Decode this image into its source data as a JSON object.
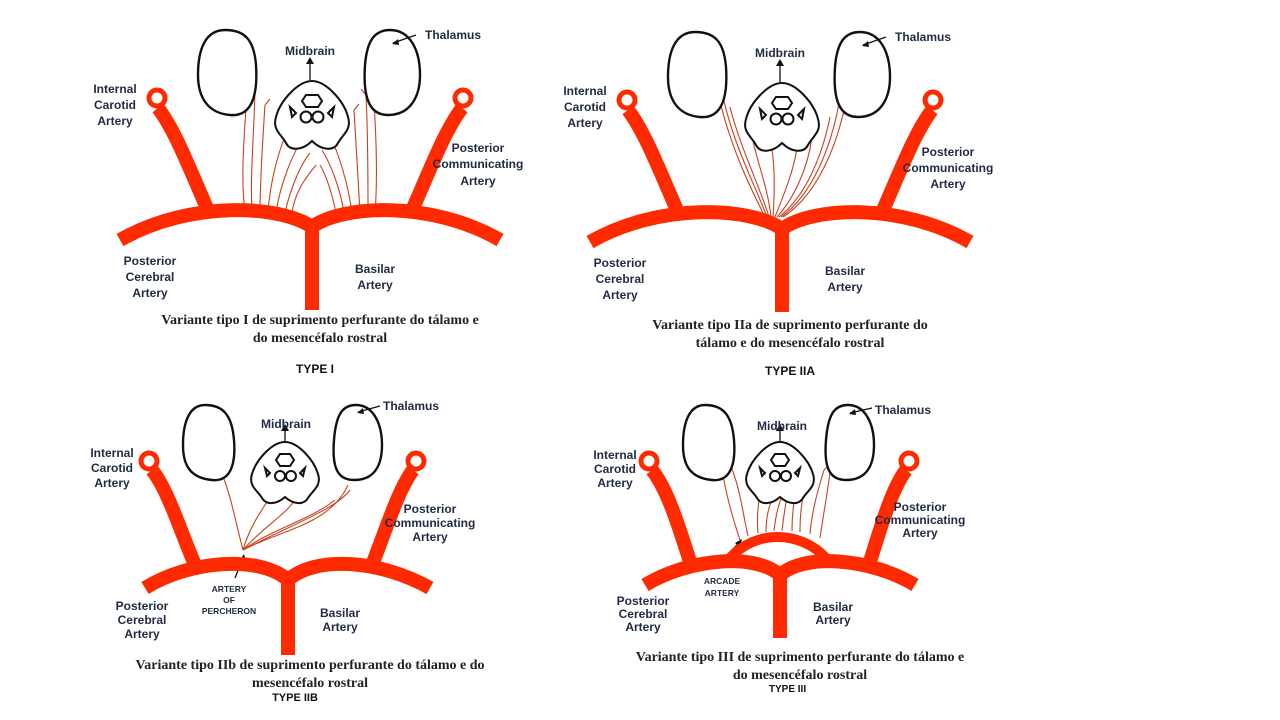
{
  "panels": [
    {
      "labels": {
        "thalamus": "Thalamus",
        "midbrain": "Midbrain",
        "ica": [
          "Internal",
          "Carotid",
          "Artery"
        ],
        "pcomm": [
          "Posterior",
          "Communicating",
          "Artery"
        ],
        "pca": [
          "Posterior",
          "Cerebral",
          "Artery"
        ],
        "basilar": [
          "Basilar",
          "Artery"
        ]
      },
      "caption": [
        "Variante tipo I de suprimento perfurante do tálamo e",
        "do mesencéfalo rostral"
      ],
      "type_label": "TYPE I"
    },
    {
      "labels": {
        "thalamus": "Thalamus",
        "midbrain": "Midbrain",
        "ica": [
          "Internal",
          "Carotid",
          "Artery"
        ],
        "pcomm": [
          "Posterior",
          "Communicating",
          "Artery"
        ],
        "pca": [
          "Posterior",
          "Cerebral",
          "Artery"
        ],
        "basilar": [
          "Basilar",
          "Artery"
        ]
      },
      "caption": [
        "Variante tipo IIa de suprimento perfurante do",
        "tálamo e do mesencéfalo rostral"
      ],
      "type_label": "TYPE IIA"
    },
    {
      "labels": {
        "thalamus": "Thalamus",
        "midbrain": "Midbrain",
        "ica": [
          "Internal",
          "Carotid",
          "Artery"
        ],
        "pcomm": [
          "Posterior",
          "Communicating",
          "Artery"
        ],
        "pca": [
          "Posterior",
          "Cerebral",
          "Artery"
        ],
        "basilar": [
          "Basilar",
          "Artery"
        ],
        "special": [
          "ARTERY",
          "OF",
          "PERCHERON"
        ]
      },
      "caption": [
        "Variante tipo IIb de suprimento perfurante do tálamo e do",
        "mesencéfalo rostral"
      ],
      "type_label": "TYPE IIB"
    },
    {
      "labels": {
        "thalamus": "Thalamus",
        "midbrain": "Midbrain",
        "ica": [
          "Internal",
          "Carotid",
          "Artery"
        ],
        "pcomm": [
          "Posterior",
          "Communicating",
          "Artery"
        ],
        "pca": [
          "Posterior",
          "Cerebral",
          "Artery"
        ],
        "basilar": [
          "Basilar",
          "Artery"
        ],
        "special": [
          "ARCADE",
          "ARTERY"
        ]
      },
      "caption": [
        "Variante tipo III de suprimento perfurante do tálamo e",
        "do mesencéfalo rostral"
      ],
      "type_label": "TYPE III"
    }
  ],
  "colors": {
    "artery": "#ff2a00",
    "perforator": "#c8421f",
    "outline": "#111111",
    "label": "#1f2a44"
  }
}
